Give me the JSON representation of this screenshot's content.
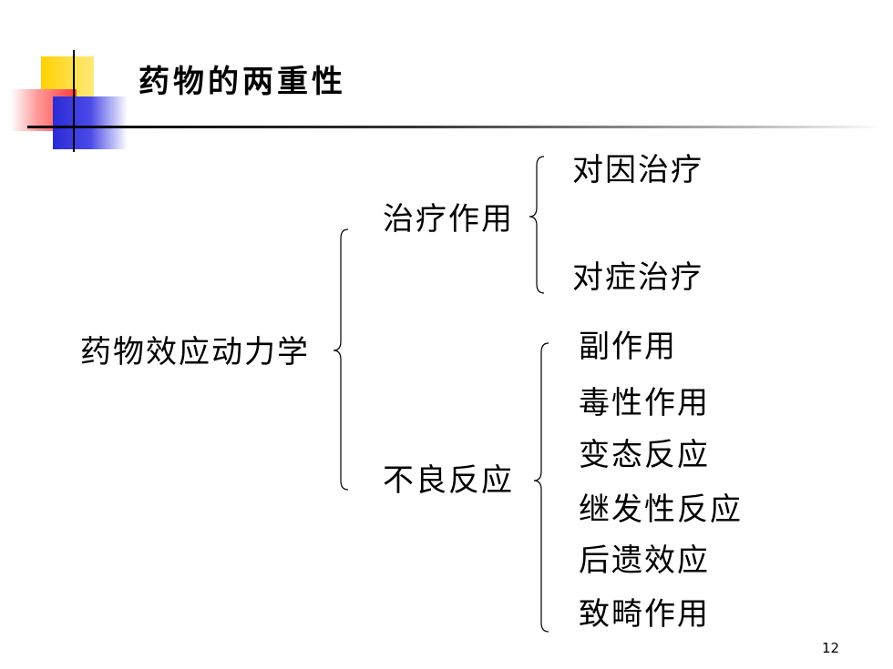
{
  "slide": {
    "title": "药物的两重性",
    "page_number": "12"
  },
  "tree": {
    "root": "药物效应动力学",
    "therapeutic": {
      "label": "治疗作用",
      "items": [
        "对因治疗",
        "对症治疗"
      ]
    },
    "adverse": {
      "label": "不良反应",
      "items": [
        "副作用",
        "毒性作用",
        "变态反应",
        "继发性反应",
        "后遗效应",
        "致畸作用"
      ]
    }
  }
}
